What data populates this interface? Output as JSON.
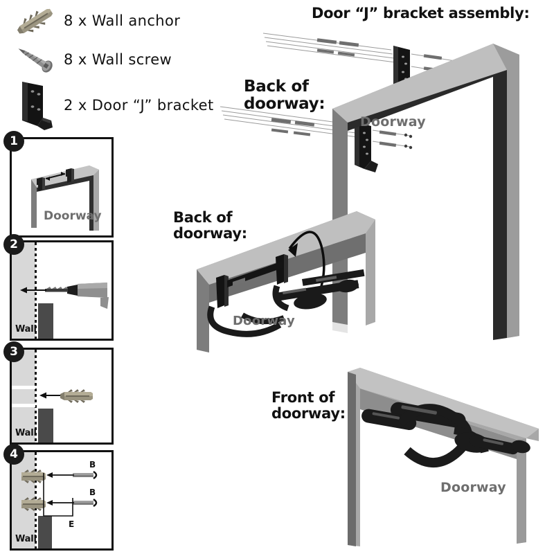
{
  "parts_list": {
    "items": [
      {
        "label": "8 x Wall anchor",
        "icon": "wall-anchor-icon",
        "color": "#9a9480"
      },
      {
        "label": "8 x Wall screw",
        "icon": "wall-screw-icon",
        "color": "#8d8d8d"
      },
      {
        "label": "2 x Door “J” bracket",
        "icon": "door-j-bracket-icon",
        "color": "#131313"
      }
    ]
  },
  "steps": [
    {
      "number": "1",
      "doorway_label": "Doorway",
      "wall_label": "",
      "annotations": []
    },
    {
      "number": "2",
      "doorway_label": "",
      "wall_label": "Wall",
      "annotations": []
    },
    {
      "number": "3",
      "doorway_label": "",
      "wall_label": "Wall",
      "annotations": []
    },
    {
      "number": "4",
      "doorway_label": "",
      "wall_label": "Wall",
      "annotations": [
        "B",
        "B",
        "E"
      ]
    }
  ],
  "figures": {
    "assembly": {
      "title": "Door “J” bracket assembly:",
      "back_label": "Back of\ndoorway:",
      "doorway_label": "Doorway"
    },
    "back_view": {
      "back_label": "Back of\ndoorway:",
      "doorway_label": "Doorway"
    },
    "front_view": {
      "front_label": "Front of\ndoorway:",
      "doorway_label": "Doorway"
    }
  },
  "colors": {
    "frame_face": "#a8a8a8",
    "frame_shadow": "#6d6d6d",
    "frame_dark": "#2a2a2a",
    "wall_gray": "#d8d8d8",
    "stud_gray": "#4a4a4a",
    "anchor_tan": "#9a9480",
    "metal_gray": "#8d8d8d",
    "bracket_black": "#131313",
    "text_black": "#111111",
    "text_gray": "#6e6e6e",
    "background": "#ffffff"
  }
}
